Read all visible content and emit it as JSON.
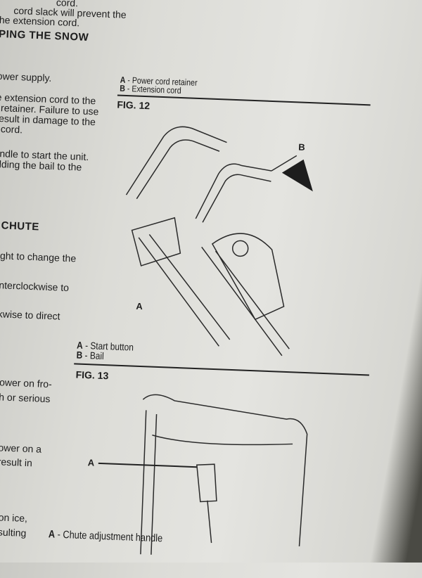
{
  "left_column": {
    "lines_top": [
      "cord.",
      "cord slack will prevent the",
      "he extension cord."
    ],
    "heading_1": "PING THE SNOW",
    "lines_mid": [
      "ower supply.",
      "e extension cord to the",
      "l retainer. Failure to use",
      "result in damage to the",
      "cord.",
      "andle to start the unit.",
      "olding the bail to the"
    ],
    "heading_2": "CHUTE",
    "lines_chute": [
      "ght to change the",
      "nterclockwise to",
      "kwise to direct"
    ],
    "lines_bottom": [
      "ower on fro-",
      "h or serious",
      "ower on a",
      "result in",
      "on ice,",
      "sulting"
    ]
  },
  "fig11_captions": [
    {
      "letter": "A",
      "text": "Power cord retainer"
    },
    {
      "letter": "B",
      "text": "Extension cord"
    }
  ],
  "fig12": {
    "title": "FIG. 12",
    "label_a": "A",
    "label_b": "B",
    "captions": [
      {
        "letter": "A",
        "text": "Start button"
      },
      {
        "letter": "B",
        "text": "Bail"
      }
    ]
  },
  "fig13": {
    "title": "FIG. 13",
    "label_a": "A",
    "captions": [
      {
        "letter": "A",
        "text": "Chute adjustment handle"
      }
    ]
  }
}
